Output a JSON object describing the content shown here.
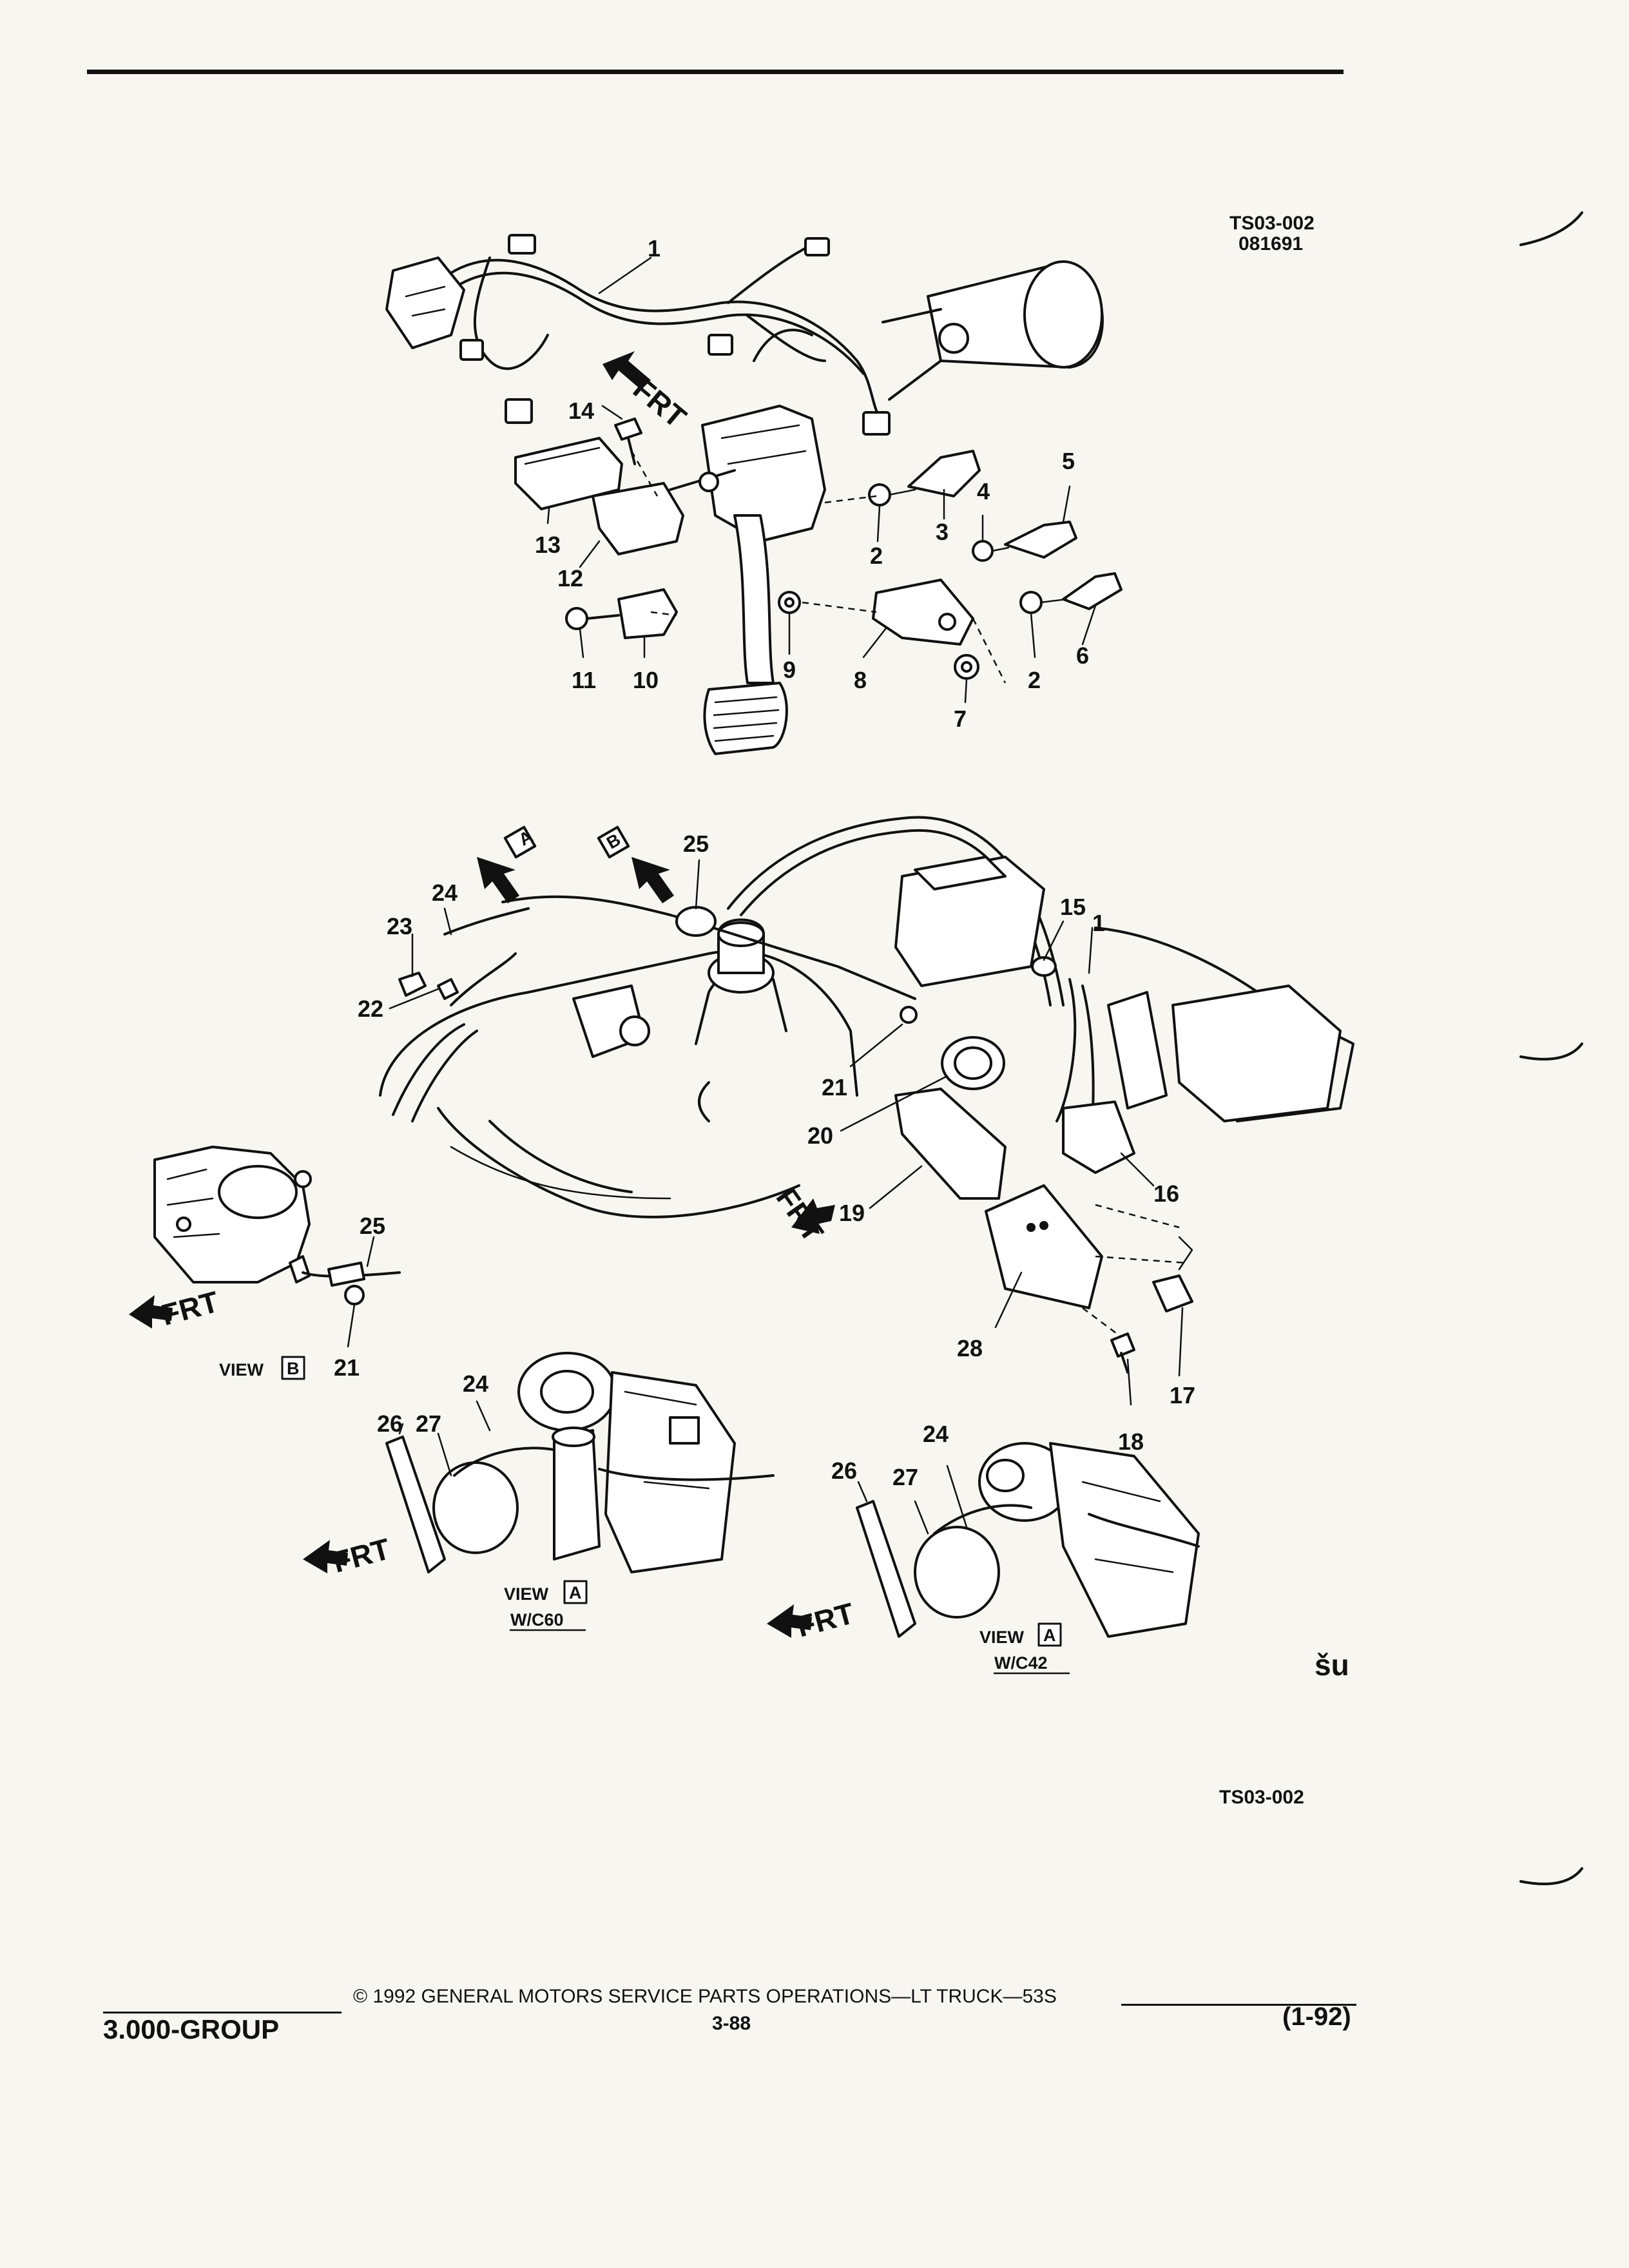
{
  "figure": {
    "code_top": "TS03-002",
    "date_code": "081691",
    "code_bottom": "TS03-002",
    "corner_mark": "šu"
  },
  "callouts": {
    "c1": "1",
    "c2": "2",
    "c3": "3",
    "c4": "4",
    "c5": "5",
    "c6": "6",
    "c7": "7",
    "c8": "8",
    "c9": "9",
    "c10": "10",
    "c11": "11",
    "c12": "12",
    "c13": "13",
    "c14": "14",
    "c15": "15",
    "c16": "16",
    "c17": "17",
    "c18": "18",
    "c19": "19",
    "c20": "20",
    "c21": "21",
    "c22": "22",
    "c23": "23",
    "c24": "24",
    "c25": "25",
    "c26": "26",
    "c27": "27",
    "c28": "28"
  },
  "labels": {
    "frt": "FRT",
    "view": "VIEW",
    "view_a": "A",
    "view_b": "B",
    "w_c60": "W/C60",
    "w_c42": "W/C42"
  },
  "footer": {
    "group": "3.000-GROUP",
    "copyright": "©  1992  GENERAL MOTORS SERVICE PARTS OPERATIONS—LT TRUCK—53S",
    "page_number": "3-88",
    "revision": "(1-92)"
  }
}
